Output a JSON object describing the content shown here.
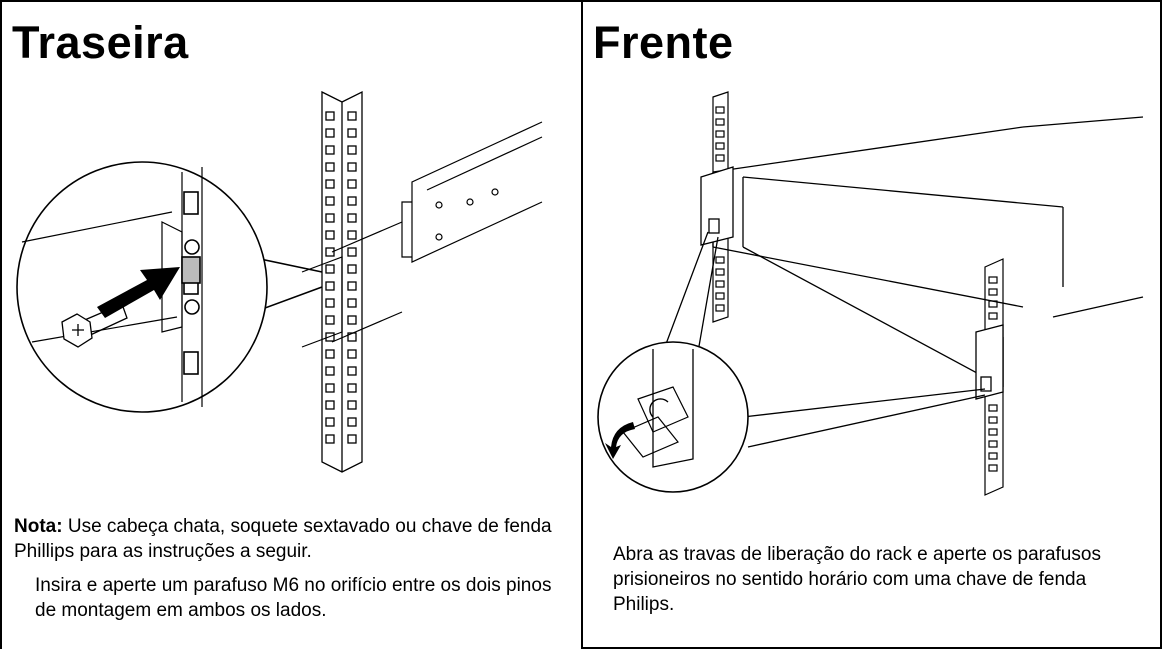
{
  "left_panel": {
    "title": "Traseira",
    "note_label": "Nota:",
    "note_text": " Use cabeça chata, soquete sextavado ou chave de fenda Phillips para as instruções a seguir.",
    "step_text": "Insira e aperte um parafuso M6 no orifício entre os dois pinos de montagem em ambos os lados."
  },
  "right_panel": {
    "title": "Frente",
    "step_text": "Abra as travas de liberação do rack e aperte os parafusos prisioneiros no sentido horário com uma chave de fenda Philips."
  }
}
